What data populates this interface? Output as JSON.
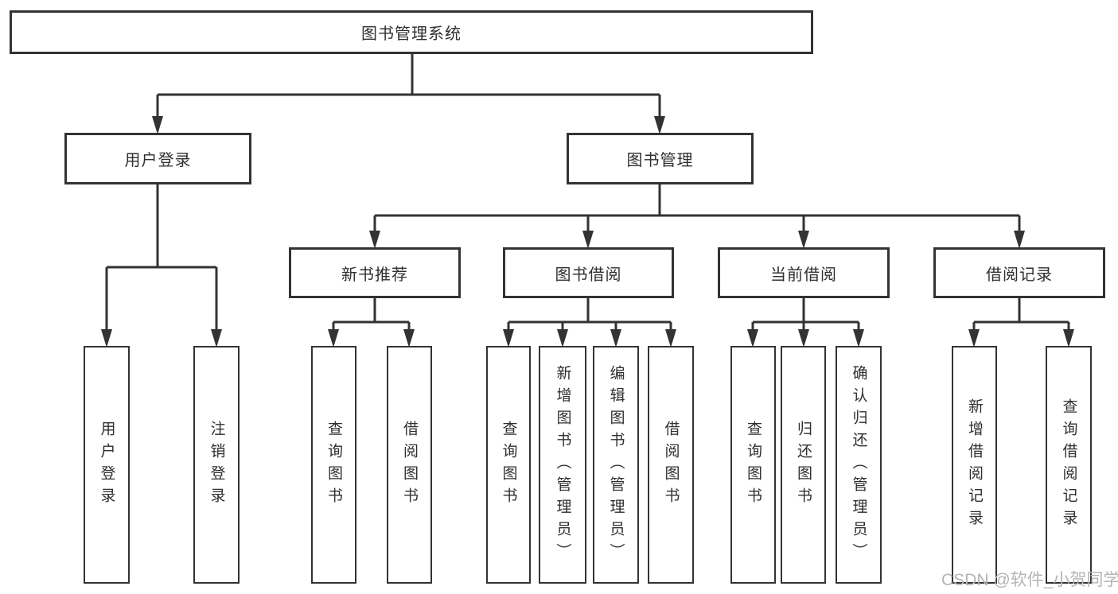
{
  "tree": {
    "root": "图书管理系统",
    "children": [
      {
        "label": "用户登录",
        "children": [
          "用户登录",
          "注销登录"
        ]
      },
      {
        "label": "图书管理",
        "children": [
          {
            "label": "新书推荐",
            "children": [
              "查询图书",
              "借阅图书"
            ]
          },
          {
            "label": "图书借阅",
            "children": [
              "查询图书",
              "新增图书（管理员）",
              "编辑图书（管理员）",
              "借阅图书"
            ]
          },
          {
            "label": "当前借阅",
            "children": [
              "查询图书",
              "归还图书",
              "确认归还（管理员）"
            ]
          },
          {
            "label": "借阅记录",
            "children": [
              "新增借阅记录",
              "查询借阅记录"
            ]
          }
        ]
      }
    ]
  },
  "watermark": "CSDN @软件_小贺同学",
  "colors": {
    "line": "#333333",
    "text": "#2f2f2f",
    "box_background": "#ffffff",
    "watermark": "#b4b4b4",
    "background": "#ffffff"
  }
}
